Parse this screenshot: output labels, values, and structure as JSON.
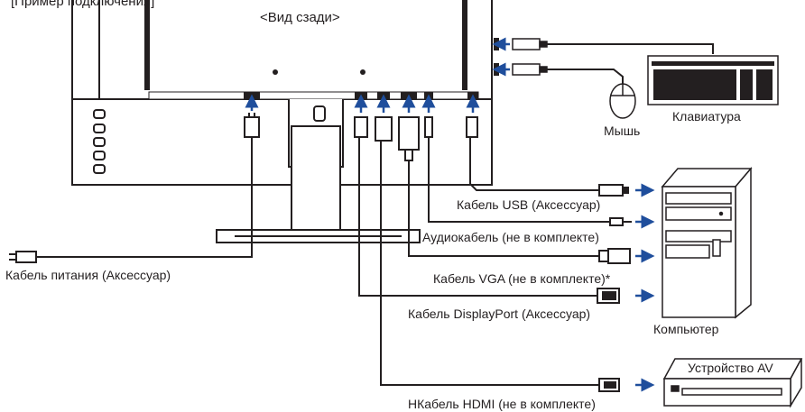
{
  "header_cut": "[Пример подключения]",
  "title": "<Вид сзади>",
  "labels": {
    "mouse": "Мышь",
    "keyboard": "Клавиатура",
    "usb_cable": "Кабель USB (Аксессуар)",
    "audio_cable": "Аудиокабель (не в комплекте)",
    "vga_cable": "Кабель VGA (не в комплекте)*",
    "displayport_cable": "Кабель DisplayPort (Аксессуар)",
    "computer": "Компьютер",
    "power_cable": "Кабель питания (Аксессуар)",
    "av_device": "Устройство AV",
    "hdmi_cable": "HКабель HDMI (не в комплекте)"
  },
  "colors": {
    "arrow": "#1f4e9c",
    "line": "#231f20",
    "fill": "#ffffff",
    "ink": "#231f20"
  }
}
